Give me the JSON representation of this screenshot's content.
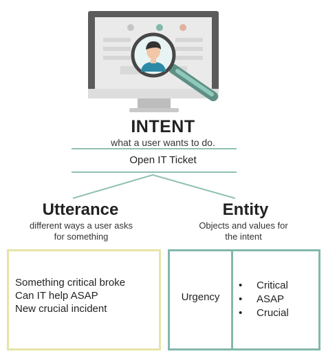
{
  "intent": {
    "title": "INTENT",
    "subtitle": "what a user wants to do.",
    "example": "Open IT Ticket"
  },
  "utterance": {
    "title": "Utterance",
    "subtitle_lines": [
      "different ways a user asks",
      "for something"
    ],
    "examples": [
      "Something critical broke",
      "Can IT help ASAP",
      "New crucial incident"
    ]
  },
  "entity": {
    "title": "Entity",
    "subtitle_lines": [
      "Objects and values for",
      "the intent"
    ],
    "key": "Urgency",
    "values": [
      "Critical",
      "ASAP",
      "Crucial"
    ],
    "bullet": "•"
  },
  "colors": {
    "accent_green": "#83b7ab",
    "accent_yellow": "#e7e4a6",
    "monitor_frame": "#5b5b5b",
    "screen": "#eaeaea",
    "stand": "#c9c9c9"
  },
  "icons": [
    "monitor-icon",
    "magnifier-icon",
    "user-avatar-icon"
  ]
}
